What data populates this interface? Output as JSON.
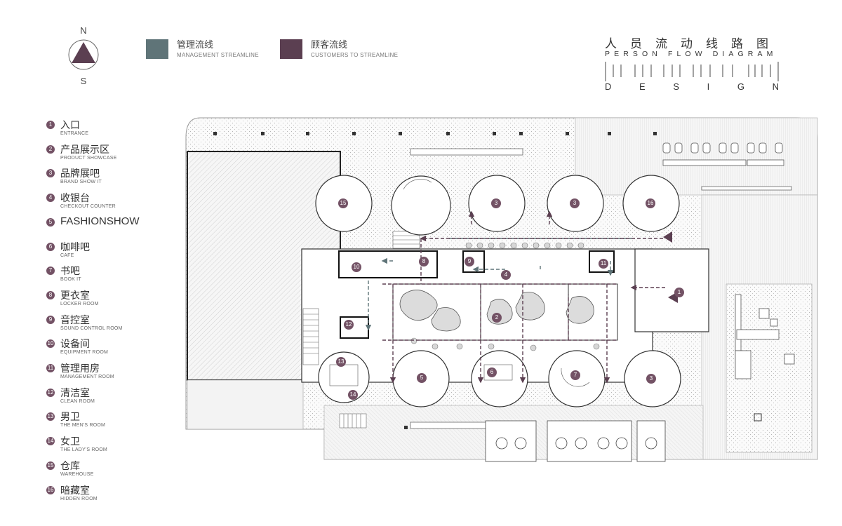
{
  "compass": {
    "north": "N",
    "south": "S"
  },
  "streamlines": [
    {
      "label_cn": "管理流线",
      "label_en": "MANAGEMENT STREAMLINE",
      "color": "#5f7478"
    },
    {
      "label_cn": "顾客流线",
      "label_en": "CUSTOMERS TO STREAMLINE",
      "color": "#5b3f51"
    }
  ],
  "title": {
    "cn": "人员流动线路图",
    "en": "PERSON FLOW DIAGRAM",
    "design": [
      "D",
      "E",
      "S",
      "I",
      "G",
      "N"
    ]
  },
  "rooms": [
    {
      "num": "1",
      "cn": "入口",
      "en": "ENTRANCE"
    },
    {
      "num": "2",
      "cn": "产品展示区",
      "en": "PRODUCT SHOWCASE"
    },
    {
      "num": "3",
      "cn": "品牌展吧",
      "en": "BRAND SHOW IT"
    },
    {
      "num": "4",
      "cn": "收银台",
      "en": "CHECKOUT COUNTER"
    },
    {
      "num": "5",
      "cn": "FASHIONSHOW",
      "en": ""
    },
    {
      "num": "6",
      "cn": "咖啡吧",
      "en": "CAFE"
    },
    {
      "num": "7",
      "cn": "书吧",
      "en": "BOOK IT"
    },
    {
      "num": "8",
      "cn": "更衣室",
      "en": "LOCKER ROOM"
    },
    {
      "num": "9",
      "cn": "音控室",
      "en": "SOUND CONTROL ROOM"
    },
    {
      "num": "10",
      "cn": "设备间",
      "en": "EQUIPMENT ROOM"
    },
    {
      "num": "11",
      "cn": "管理用房",
      "en": "MANAGEMENT ROOM"
    },
    {
      "num": "12",
      "cn": "清洁室",
      "en": "CLEAN ROOM"
    },
    {
      "num": "13",
      "cn": "男卫",
      "en": "THE MEN'S ROOM"
    },
    {
      "num": "14",
      "cn": "女卫",
      "en": "THE LADY'S ROOM"
    },
    {
      "num": "15",
      "cn": "仓库",
      "en": "WAREHOUSE"
    },
    {
      "num": "16",
      "cn": "暗藏室",
      "en": "HIDDEN ROOM"
    }
  ],
  "plan_markers": [
    "15",
    "3",
    "3",
    "16",
    "1",
    "10",
    "8",
    "9",
    "4",
    "11",
    "12",
    "2",
    "13",
    "14",
    "5",
    "6",
    "7",
    "3"
  ],
  "colors": {
    "marker": "#735265",
    "management": "#5f7478",
    "customer": "#5b3f51"
  }
}
